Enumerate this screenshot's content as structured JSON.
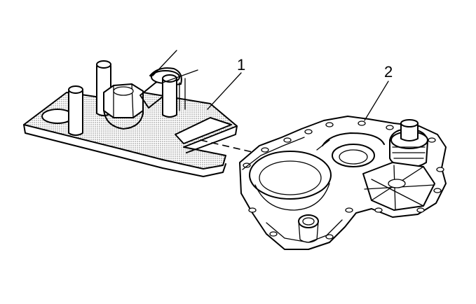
{
  "callouts": [
    {
      "id": "1",
      "label": "1"
    },
    {
      "id": "2",
      "label": "2"
    }
  ],
  "colors": {
    "ink": "#000000",
    "background": "#ffffff",
    "stipple": "#7a7a7a"
  }
}
